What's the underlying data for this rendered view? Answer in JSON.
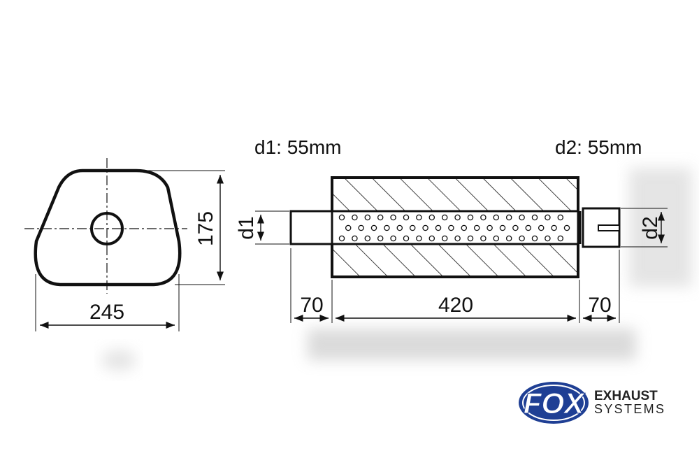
{
  "labels": {
    "d1_spec": "d1: 55mm",
    "d2_spec": "d2: 55mm",
    "d1_axis": "d1",
    "d2_axis": "d2"
  },
  "dimensions": {
    "cross_height": "175",
    "cross_width": "245",
    "inlet_length": "70",
    "body_length": "420",
    "outlet_length": "70"
  },
  "logo": {
    "mark": "FOX",
    "line1": "EXHAUST",
    "line2": "SYSTEMS",
    "colors": {
      "blue": "#1f3f94",
      "white": "#ffffff",
      "text": "#222222"
    }
  }
}
